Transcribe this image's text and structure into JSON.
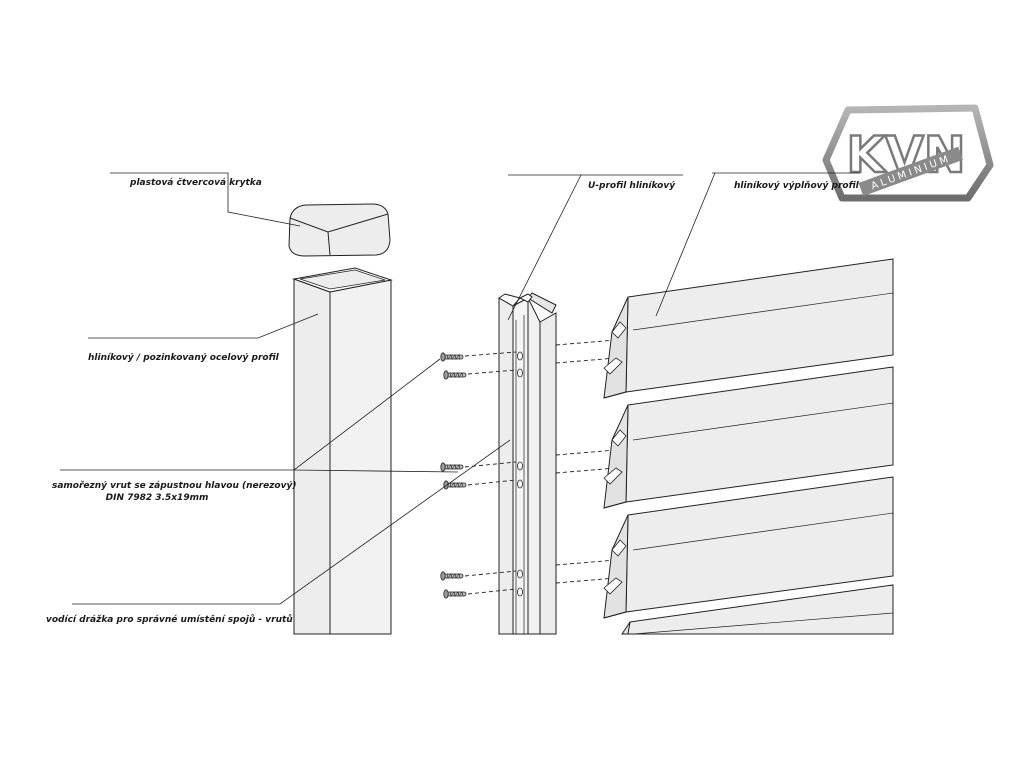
{
  "logo": {
    "text": "KVN",
    "subtext": "ALUMINIUM"
  },
  "labels": {
    "cap": "plastová čtvercová krytka",
    "post": "hliníkový / pozinkovaný ocelový profil",
    "screw_line1": "samořezný vrut se zápustnou hlavou (nerezový)",
    "screw_line2": "DIN 7982 3.5x19mm",
    "groove": "vodící drážka pro správné umístění spojů - vrutů",
    "uprofile": "U-profil hliníkový",
    "slat": "hliníkový výplňový profil"
  },
  "colors": {
    "line": "#222222",
    "fill": "#ededed",
    "logo": "#8a8a8a"
  }
}
